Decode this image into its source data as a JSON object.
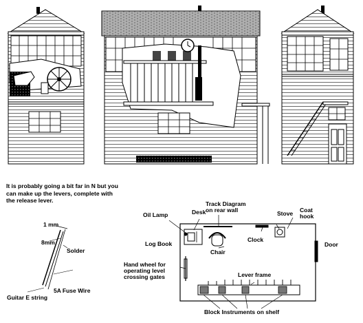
{
  "note": {
    "line1": "It is probably going a bit far in N but you",
    "line2": "can make up the levers, complete with",
    "line3": "the release lever."
  },
  "lever_detail": {
    "mm1": "1 mm",
    "mm8": "8mm",
    "solder": "Solder",
    "fuse_wire": "5A Fuse Wire",
    "guitar_string": "Guitar E string"
  },
  "plan": {
    "oil_lamp": "Oil Lamp",
    "desk": "Desk",
    "track_diagram_1": "Track Diagram",
    "track_diagram_2": "on rear wall",
    "stove": "Stove",
    "coat_hook_1": "Coat",
    "coat_hook_2": "hook",
    "log_book": "Log Book",
    "clock": "Clock",
    "door": "Door",
    "chair": "Chair",
    "hand_wheel_1": "Hand wheel for",
    "hand_wheel_2": "operating level",
    "hand_wheel_3": "crossing gates",
    "lever_frame": "Lever frame",
    "block_instruments": "Block Instruments on shelf"
  }
}
